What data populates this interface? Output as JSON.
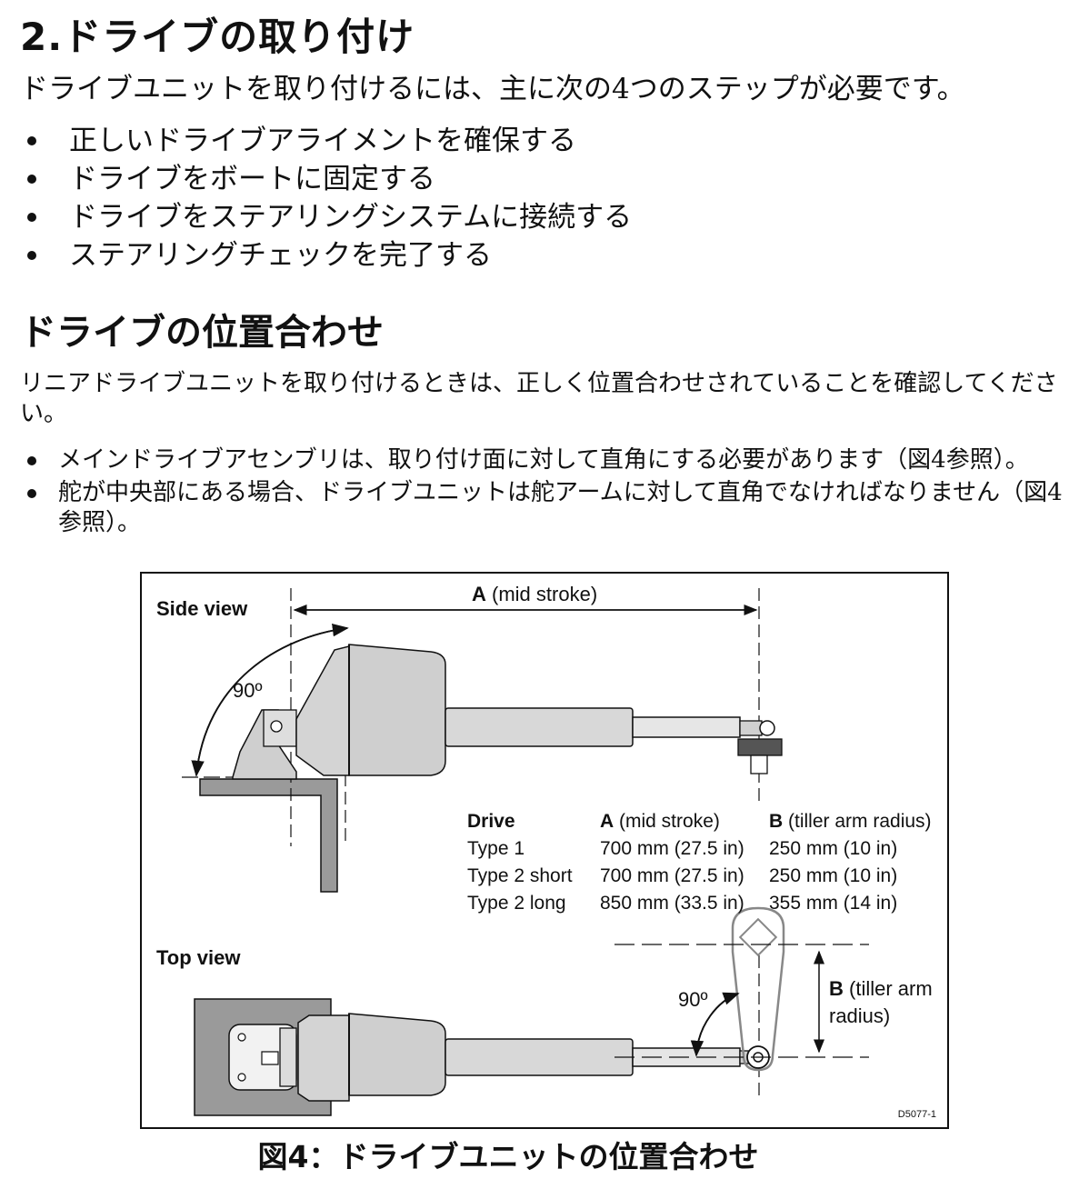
{
  "page": {
    "title": "2.ドライブの取り付け",
    "intro": "ドライブユニットを取り付けるには、主に次の4つのステップが必要です。",
    "steps": [
      "正しいドライブアライメントを確保する",
      "ドライブをボートに固定する",
      "ドライブをステアリングシステムに接続する",
      "ステアリングチェックを完了する"
    ]
  },
  "alignment": {
    "title": "ドライブの位置合わせ",
    "paragraph": "リニアドライブユニットを取り付けるときは、正しく位置合わせされていることを確認してください。",
    "requirements": [
      "メインドライブアセンブリは、取り付け面に対して直角にする必要があります（図4参照）。",
      "舵が中央部にある場合、ドライブユニットは舵アームに対して直角でなければなりません（図4参照）。"
    ]
  },
  "figure": {
    "side_view_label": "Side view",
    "top_view_label": "Top view",
    "angle_side": "90º",
    "angle_top": "90º",
    "dim_a_letter": "A",
    "dim_a_text": "(mid stroke)",
    "dim_b_letter": "B",
    "dim_b_line1": "(tiller arm",
    "dim_b_line2": "radius)",
    "doc_ref": "D5077-1",
    "table": {
      "headers": {
        "drive": "Drive",
        "a_letter": "A",
        "a_text": "(mid stroke)",
        "b_letter": "B",
        "b_text": "(tiller arm radius)"
      },
      "rows": [
        {
          "drive": "Type 1",
          "a": "700 mm (27.5 in)",
          "b": "250 mm (10 in)"
        },
        {
          "drive": "Type 2 short",
          "a": "700 mm (27.5 in)",
          "b": "250 mm (10 in)"
        },
        {
          "drive": "Type 2 long",
          "a": "850 mm (33.5 in)",
          "b": "355 mm (14 in)"
        }
      ]
    },
    "caption": "図4：ドライブユニットの位置合わせ"
  }
}
